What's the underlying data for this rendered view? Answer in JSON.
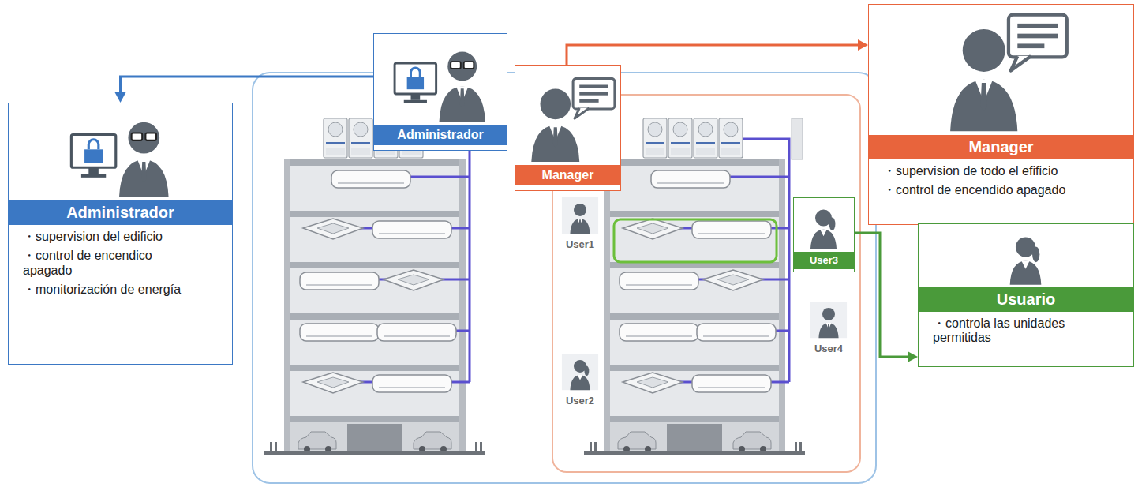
{
  "diagram": {
    "nodes": [
      {
        "text": [
          "Administrador",
          "・supervision del edificio",
          "・control de encendico apagado",
          "・monitorización de energía"
        ]
      },
      {
        "text": [
          "Administrador"
        ]
      },
      {
        "text": [
          "Manager"
        ]
      },
      {
        "text": [
          "Manager",
          "・supervision de todo el efificio",
          "・control de encendido apagado"
        ]
      },
      {
        "text": [
          "User3"
        ]
      },
      {
        "text": [
          "Usuario",
          "・controla las unidades permitidas"
        ]
      }
    ],
    "edges": [
      {
        "from": 1,
        "to": 0,
        "arrow": "to"
      },
      {
        "from": 2,
        "to": 3,
        "arrow": "to"
      },
      {
        "from": 4,
        "to": 5,
        "arrow": "to"
      }
    ],
    "labels": [
      "User1",
      "User2",
      "User4"
    ]
  }
}
